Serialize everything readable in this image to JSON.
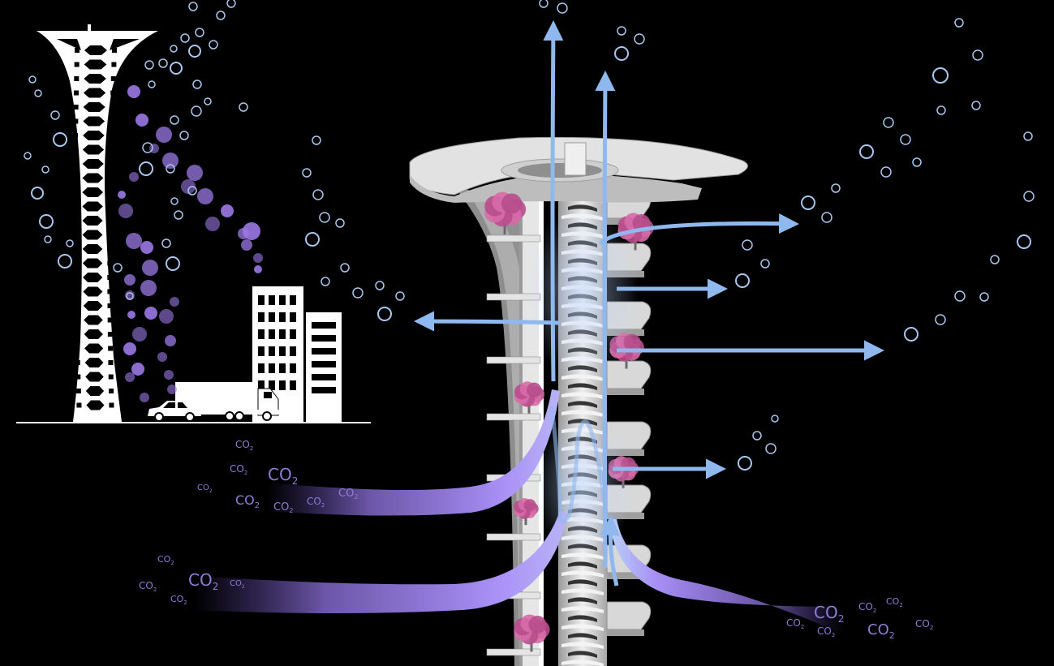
{
  "colors": {
    "background": "#000000",
    "oxygen_bubble": "#a9c7ee",
    "oxygen_arrow": "#8fb8ee",
    "co2_stream": "#a284f0",
    "co2_text": "#8c7fd6",
    "pollution_bubble": "#9b79e6",
    "structure": "#dcdcdc",
    "tree_blossom": "#d86aa8"
  },
  "labels": {
    "co2": "CO",
    "co2_sub": "2"
  },
  "icons": [
    "oxygen-bubble-icon",
    "co2-molecule-label",
    "car-icon",
    "truck-icon",
    "factory-building-icon",
    "tree-icon",
    "airflow-arrow-icon"
  ]
}
